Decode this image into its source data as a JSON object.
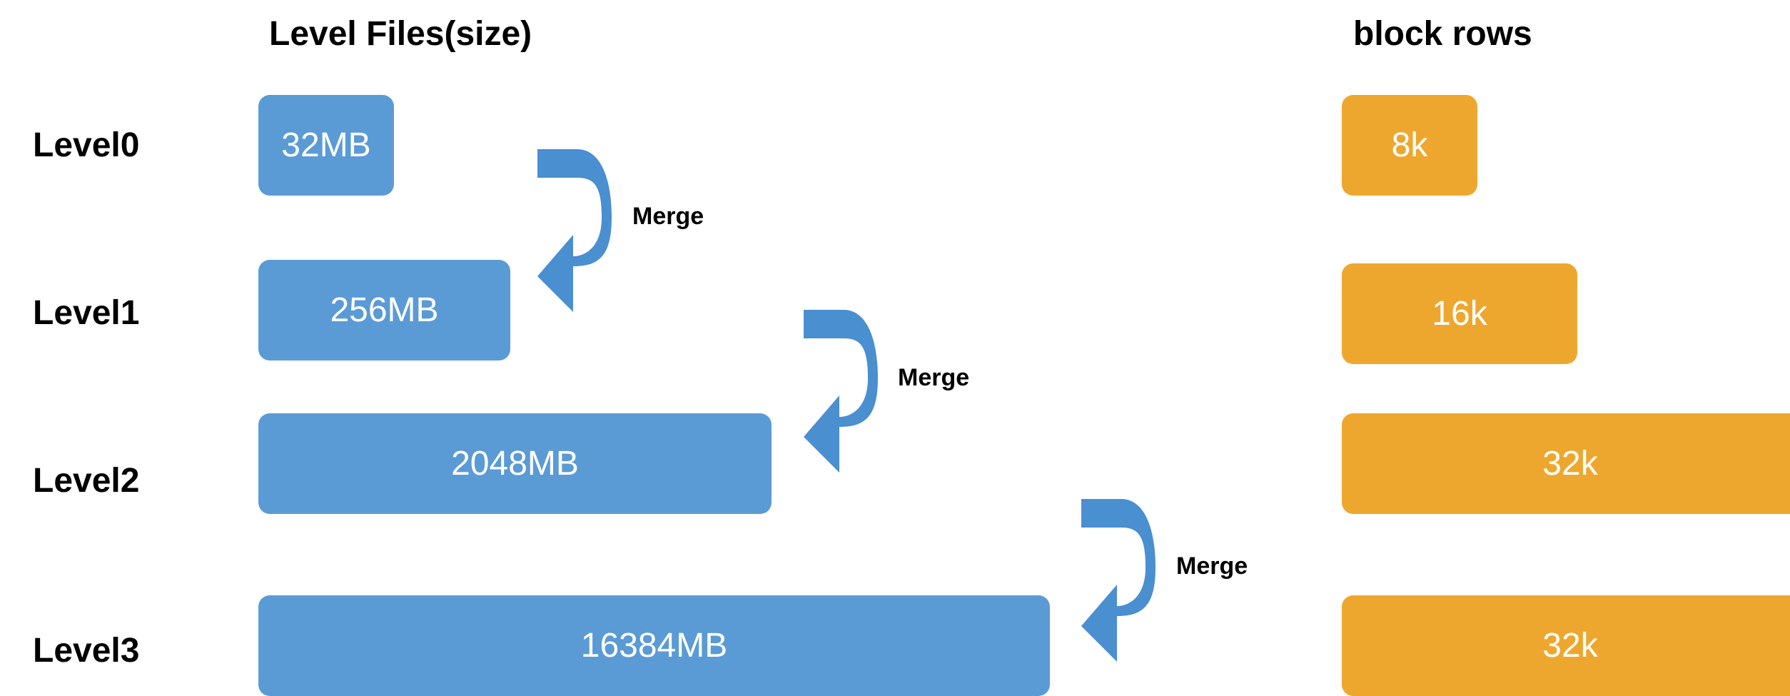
{
  "headings": {
    "files": "Level Files(size)",
    "rows": "block rows"
  },
  "levels": [
    {
      "label": "Level0",
      "file_size": "32MB",
      "block_rows": "8k"
    },
    {
      "label": "Level1",
      "file_size": "256MB",
      "block_rows": "16k"
    },
    {
      "label": "Level2",
      "file_size": "2048MB",
      "block_rows": "32k"
    },
    {
      "label": "Level3",
      "file_size": "16384MB",
      "block_rows": "32k"
    }
  ],
  "merges": [
    {
      "label": "Merge"
    },
    {
      "label": "Merge"
    },
    {
      "label": "Merge"
    }
  ],
  "colors": {
    "file_box": "#5b9bd5",
    "rows_box": "#eea72e",
    "arrow": "#4a8fd0"
  }
}
